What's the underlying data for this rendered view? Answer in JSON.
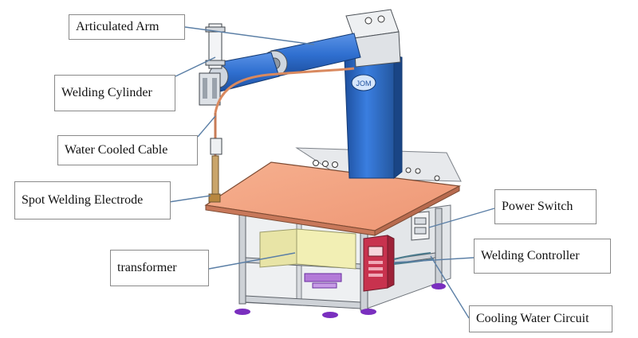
{
  "labels": {
    "articulated_arm": "Articulated Arm",
    "welding_cylinder": "Welding Cylinder",
    "water_cooled_cable": "Water Cooled Cable",
    "spot_welding_electrode": "Spot Welding Electrode",
    "transformer": "transformer",
    "power_switch": "Power Switch",
    "welding_controller": "Welding Controller",
    "cooling_water_circuit": "Cooling Water Circuit"
  },
  "colors": {
    "arm_blue": "#2f6fd0",
    "table_top": "#f3a07c",
    "controller_red": "#c8324e",
    "transformer_yellow": "#f2efb4",
    "frame_gray": "#c8ccd0",
    "leader_line": "#5b7fa6",
    "foot_purple": "#7a2fbf"
  }
}
